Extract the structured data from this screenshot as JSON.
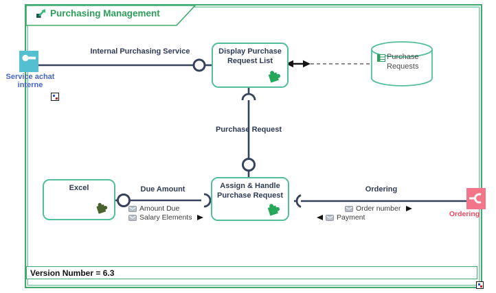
{
  "diagram": {
    "title": "Purchasing Management",
    "version": "Version Number = 6.3"
  },
  "nodes": {
    "service_achat": {
      "label": "Service achat interne"
    },
    "display": {
      "label": "Display Purchase Request List"
    },
    "store": {
      "label": "Purchase Requests"
    },
    "excel": {
      "label": "Excel"
    },
    "assign": {
      "label": "Assign & Handle Purchase Request"
    },
    "ordering_port": {
      "label": "Ordering"
    }
  },
  "connections": {
    "internal": {
      "label": "Internal Purchasing Service"
    },
    "purchase_request": {
      "label": "Purchase Request"
    },
    "due_amount": {
      "label": "Due Amount",
      "items": [
        "Amount Due",
        "Salary Elements"
      ]
    },
    "ordering": {
      "label": "Ordering",
      "items": [
        "Order number",
        "Payment"
      ]
    }
  },
  "colors": {
    "frame_green": "#3FA96E",
    "node_border_green": "#53BE9B",
    "connector_navy": "#36415C",
    "actor_teal": "#55BFD2",
    "ordering_pink": "#F2758A",
    "title_green": "#2C9E59",
    "actor_label_blue": "#4565C8",
    "ordering_label_red": "#F0485E",
    "puzzle_green": "#27A75C",
    "puzzle_olive": "#49622E"
  },
  "icons": {
    "tab": "diagram-icon",
    "actor": "key-icon",
    "store": "table-icon",
    "component": "puzzle-icon",
    "exchange_item": "envelope-icon",
    "ordering": "socket-icon"
  }
}
